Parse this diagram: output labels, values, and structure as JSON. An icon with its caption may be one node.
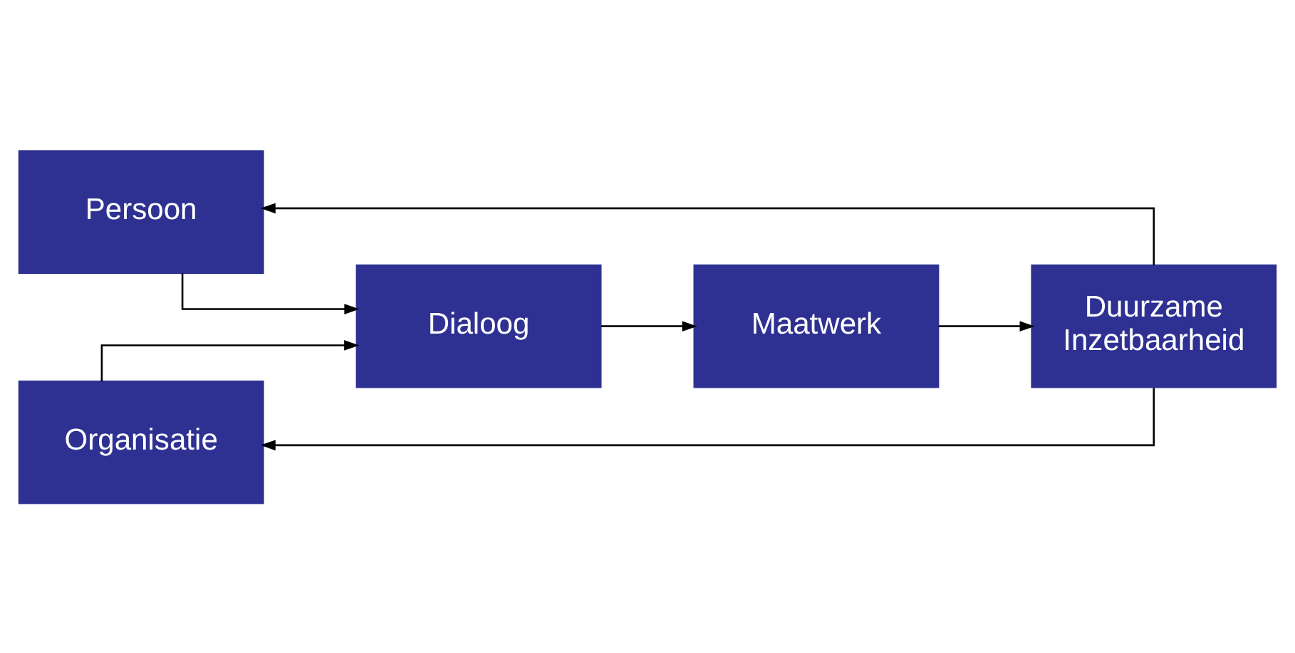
{
  "diagram": {
    "nodes": [
      {
        "text": [
          "Persoon"
        ]
      },
      {
        "text": [
          "Organisatie"
        ]
      },
      {
        "text": [
          "Dialoog"
        ]
      },
      {
        "text": [
          "Maatwerk"
        ]
      },
      {
        "text": [
          "Duurzame Inzetbaarheid"
        ]
      }
    ],
    "edges": [
      {
        "from": 0,
        "to": 2,
        "arrow": "to"
      },
      {
        "from": 1,
        "to": 2,
        "arrow": "to"
      },
      {
        "from": 2,
        "to": 3,
        "arrow": "to"
      },
      {
        "from": 3,
        "to": 4,
        "arrow": "to"
      },
      {
        "from": 4,
        "to": 0,
        "arrow": "to"
      },
      {
        "from": 4,
        "to": 1,
        "arrow": "to"
      }
    ]
  }
}
